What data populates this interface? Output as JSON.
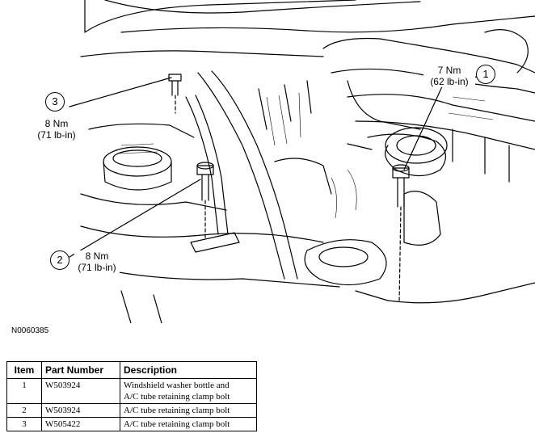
{
  "callouts": [
    {
      "number": "1",
      "torque_nm": "7 Nm",
      "torque_lbin": "(62 lb-in)"
    },
    {
      "number": "2",
      "torque_nm": "8 Nm",
      "torque_lbin": "(71 lb-in)"
    },
    {
      "number": "3",
      "torque_nm": "8 Nm",
      "torque_lbin": "(71 lb-in)"
    }
  ],
  "figure_id": "N0060385",
  "parts_table": {
    "headers": {
      "item": "Item",
      "part_number": "Part Number",
      "description": "Description"
    },
    "rows": [
      {
        "item": "1",
        "part_number": "W503924",
        "description_line1": "Windshield washer bottle and",
        "description_line2": "A/C tube retaining clamp bolt"
      },
      {
        "item": "2",
        "part_number": "W503924",
        "description_line1": "A/C tube retaining clamp bolt"
      },
      {
        "item": "3",
        "part_number": "W505422",
        "description_line1": "A/C tube retaining clamp bolt"
      }
    ]
  }
}
